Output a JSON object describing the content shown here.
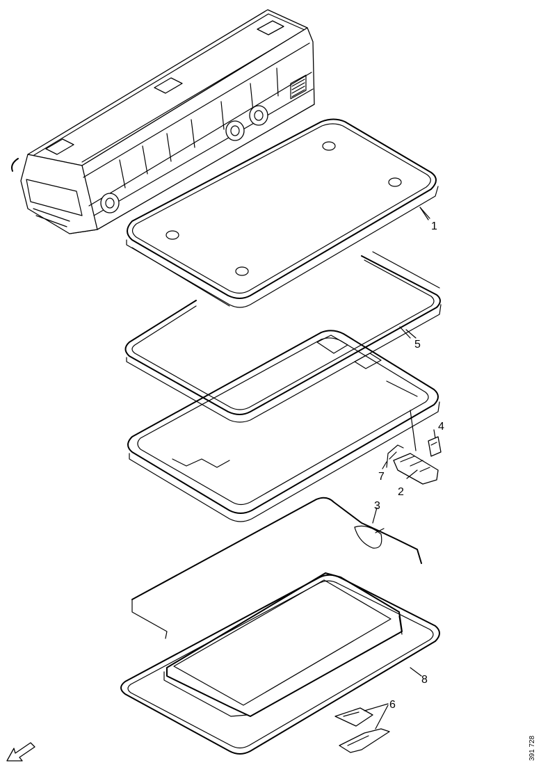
{
  "diagram": {
    "labels": [
      "1",
      "5",
      "4",
      "7",
      "2",
      "3",
      "8",
      "6"
    ],
    "reference": "391 728"
  }
}
